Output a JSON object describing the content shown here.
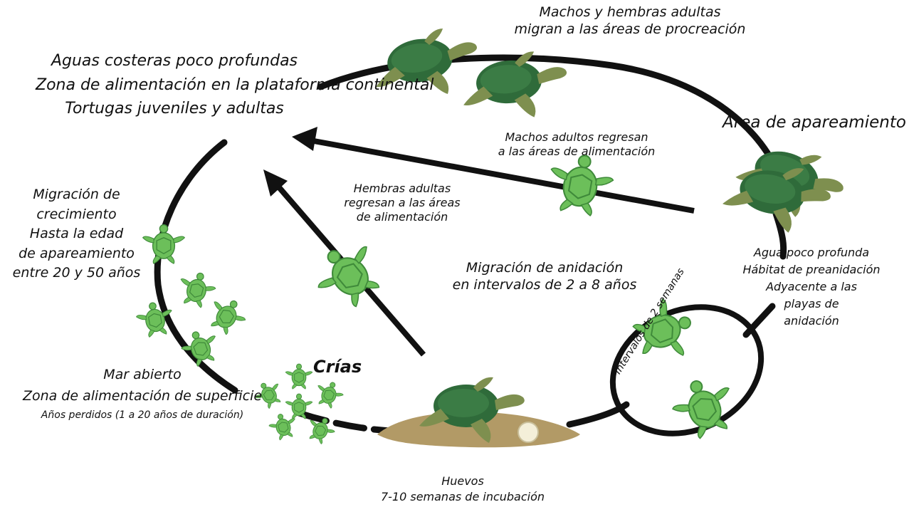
{
  "labels": {
    "coastal": [
      "Aguas costeras poco profundas",
      "Zona de alimentación en la plataforma continental",
      "Tortugas juveniles y adultas"
    ],
    "migrate_adults": [
      "Machos y hembras adultas",
      "migran a las áreas de procreación"
    ],
    "mating_area": "Área de apareamiento",
    "males_return": [
      "Machos adultos regresan",
      "a las áreas de alimentación"
    ],
    "females_return": [
      "Hembras adultas",
      "regresan a las áreas",
      "de alimentación"
    ],
    "growth_migration": [
      "Migración de",
      "crecimiento",
      "Hasta la edad",
      "de apareamiento",
      "entre 20 y 50 años"
    ],
    "nesting_migration": [
      "Migración de anidación",
      "en intervalos de 2 a 8 años"
    ],
    "preannidation": [
      "Agua  poco profunda",
      "Hábitat de preanidación",
      "Adyacente a las",
      "playas de",
      "anidación"
    ],
    "interval_weeks": "Intervalos de 2 semanas",
    "hatchlings": "Crías",
    "open_sea": [
      "Mar abierto",
      "Zona de alimentación de superficie",
      "Años perdidos (1 a 20 años de duración)"
    ],
    "eggs": [
      "Huevos",
      "7-10 semanas de incubación"
    ]
  },
  "colors": {
    "cycle_line": "#111111",
    "adult_turtle_shell": "#2f6b3a",
    "adult_turtle_skin": "#7e8f4f",
    "hatchling_shell": "#6cbf5a",
    "hatchling_pattern": "#3f8a3a",
    "sand": "#b29a66"
  }
}
